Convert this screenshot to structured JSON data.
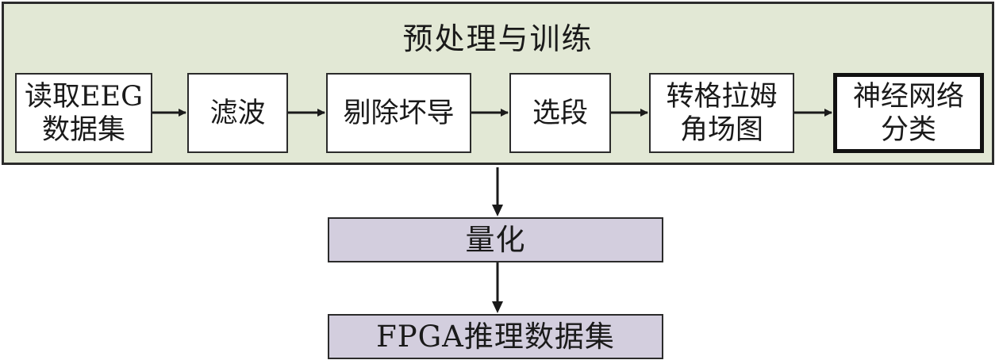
{
  "group": {
    "title": "预处理与训练"
  },
  "steps": [
    {
      "label": "读取EEG\n数据集"
    },
    {
      "label": "滤波"
    },
    {
      "label": "剔除坏导"
    },
    {
      "label": "选段"
    },
    {
      "label": "转格拉姆\n角场图"
    },
    {
      "label": "神经网络\n分类"
    }
  ],
  "lower_steps": [
    {
      "label": "量化"
    },
    {
      "label": "FPGA推理数据集"
    }
  ],
  "colors": {
    "group_fill": "#e2e8d5",
    "box_fill": "#ffffff",
    "lower_fill": "#d3cede",
    "stroke": "#2b2b2b"
  }
}
